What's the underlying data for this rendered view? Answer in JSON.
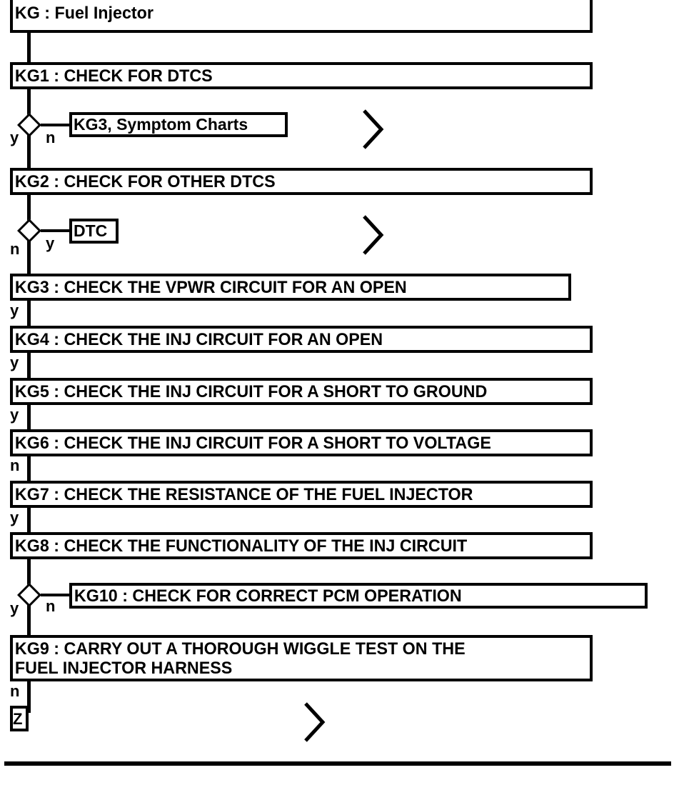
{
  "diagram": {
    "type": "flowchart",
    "title": "KG : Fuel Injector",
    "steps": [
      {
        "id": "KG",
        "text": "KG : Fuel Injector"
      },
      {
        "id": "KG1",
        "text": "KG1 : CHECK FOR DTCS"
      },
      {
        "id": "KG2",
        "text": "KG2 : CHECK FOR OTHER DTCS"
      },
      {
        "id": "KG3",
        "text": "KG3 : CHECK THE VPWR CIRCUIT FOR AN OPEN"
      },
      {
        "id": "KG4",
        "text": "KG4 : CHECK THE INJ CIRCUIT FOR AN OPEN"
      },
      {
        "id": "KG5",
        "text": "KG5 : CHECK THE INJ CIRCUIT FOR A SHORT TO GROUND"
      },
      {
        "id": "KG6",
        "text": "KG6 : CHECK THE INJ CIRCUIT FOR A SHORT TO VOLTAGE"
      },
      {
        "id": "KG7",
        "text": "KG7 : CHECK THE RESISTANCE OF THE FUEL INJECTOR"
      },
      {
        "id": "KG8",
        "text": "KG8 : CHECK THE FUNCTIONALITY OF THE INJ CIRCUIT"
      },
      {
        "id": "KG10",
        "text": "KG10 : CHECK FOR CORRECT PCM OPERATION"
      },
      {
        "id": "KG9",
        "text": "KG9 : CARRY OUT A THOROUGH WIGGLE TEST ON THE\nFUEL INJECTOR HARNESS"
      }
    ],
    "references": [
      {
        "id": "ref-symptom-charts",
        "text": "KG3, Symptom Charts"
      },
      {
        "id": "ref-dtc",
        "text": "DTC"
      },
      {
        "id": "ref-z",
        "text": "Z"
      }
    ],
    "branch_labels": {
      "kg1_yes": "y",
      "kg1_no": "n",
      "kg2_no": "n",
      "kg2_yes": "y",
      "kg3_yes": "y",
      "kg4_yes": "y",
      "kg5_yes": "y",
      "kg6_no": "n",
      "kg7_yes": "y",
      "kg8_yes": "y",
      "kg8_no": "n",
      "kg9_no": "n"
    },
    "colors": {
      "line": "#000000",
      "background": "#ffffff",
      "text": "#000000"
    }
  }
}
